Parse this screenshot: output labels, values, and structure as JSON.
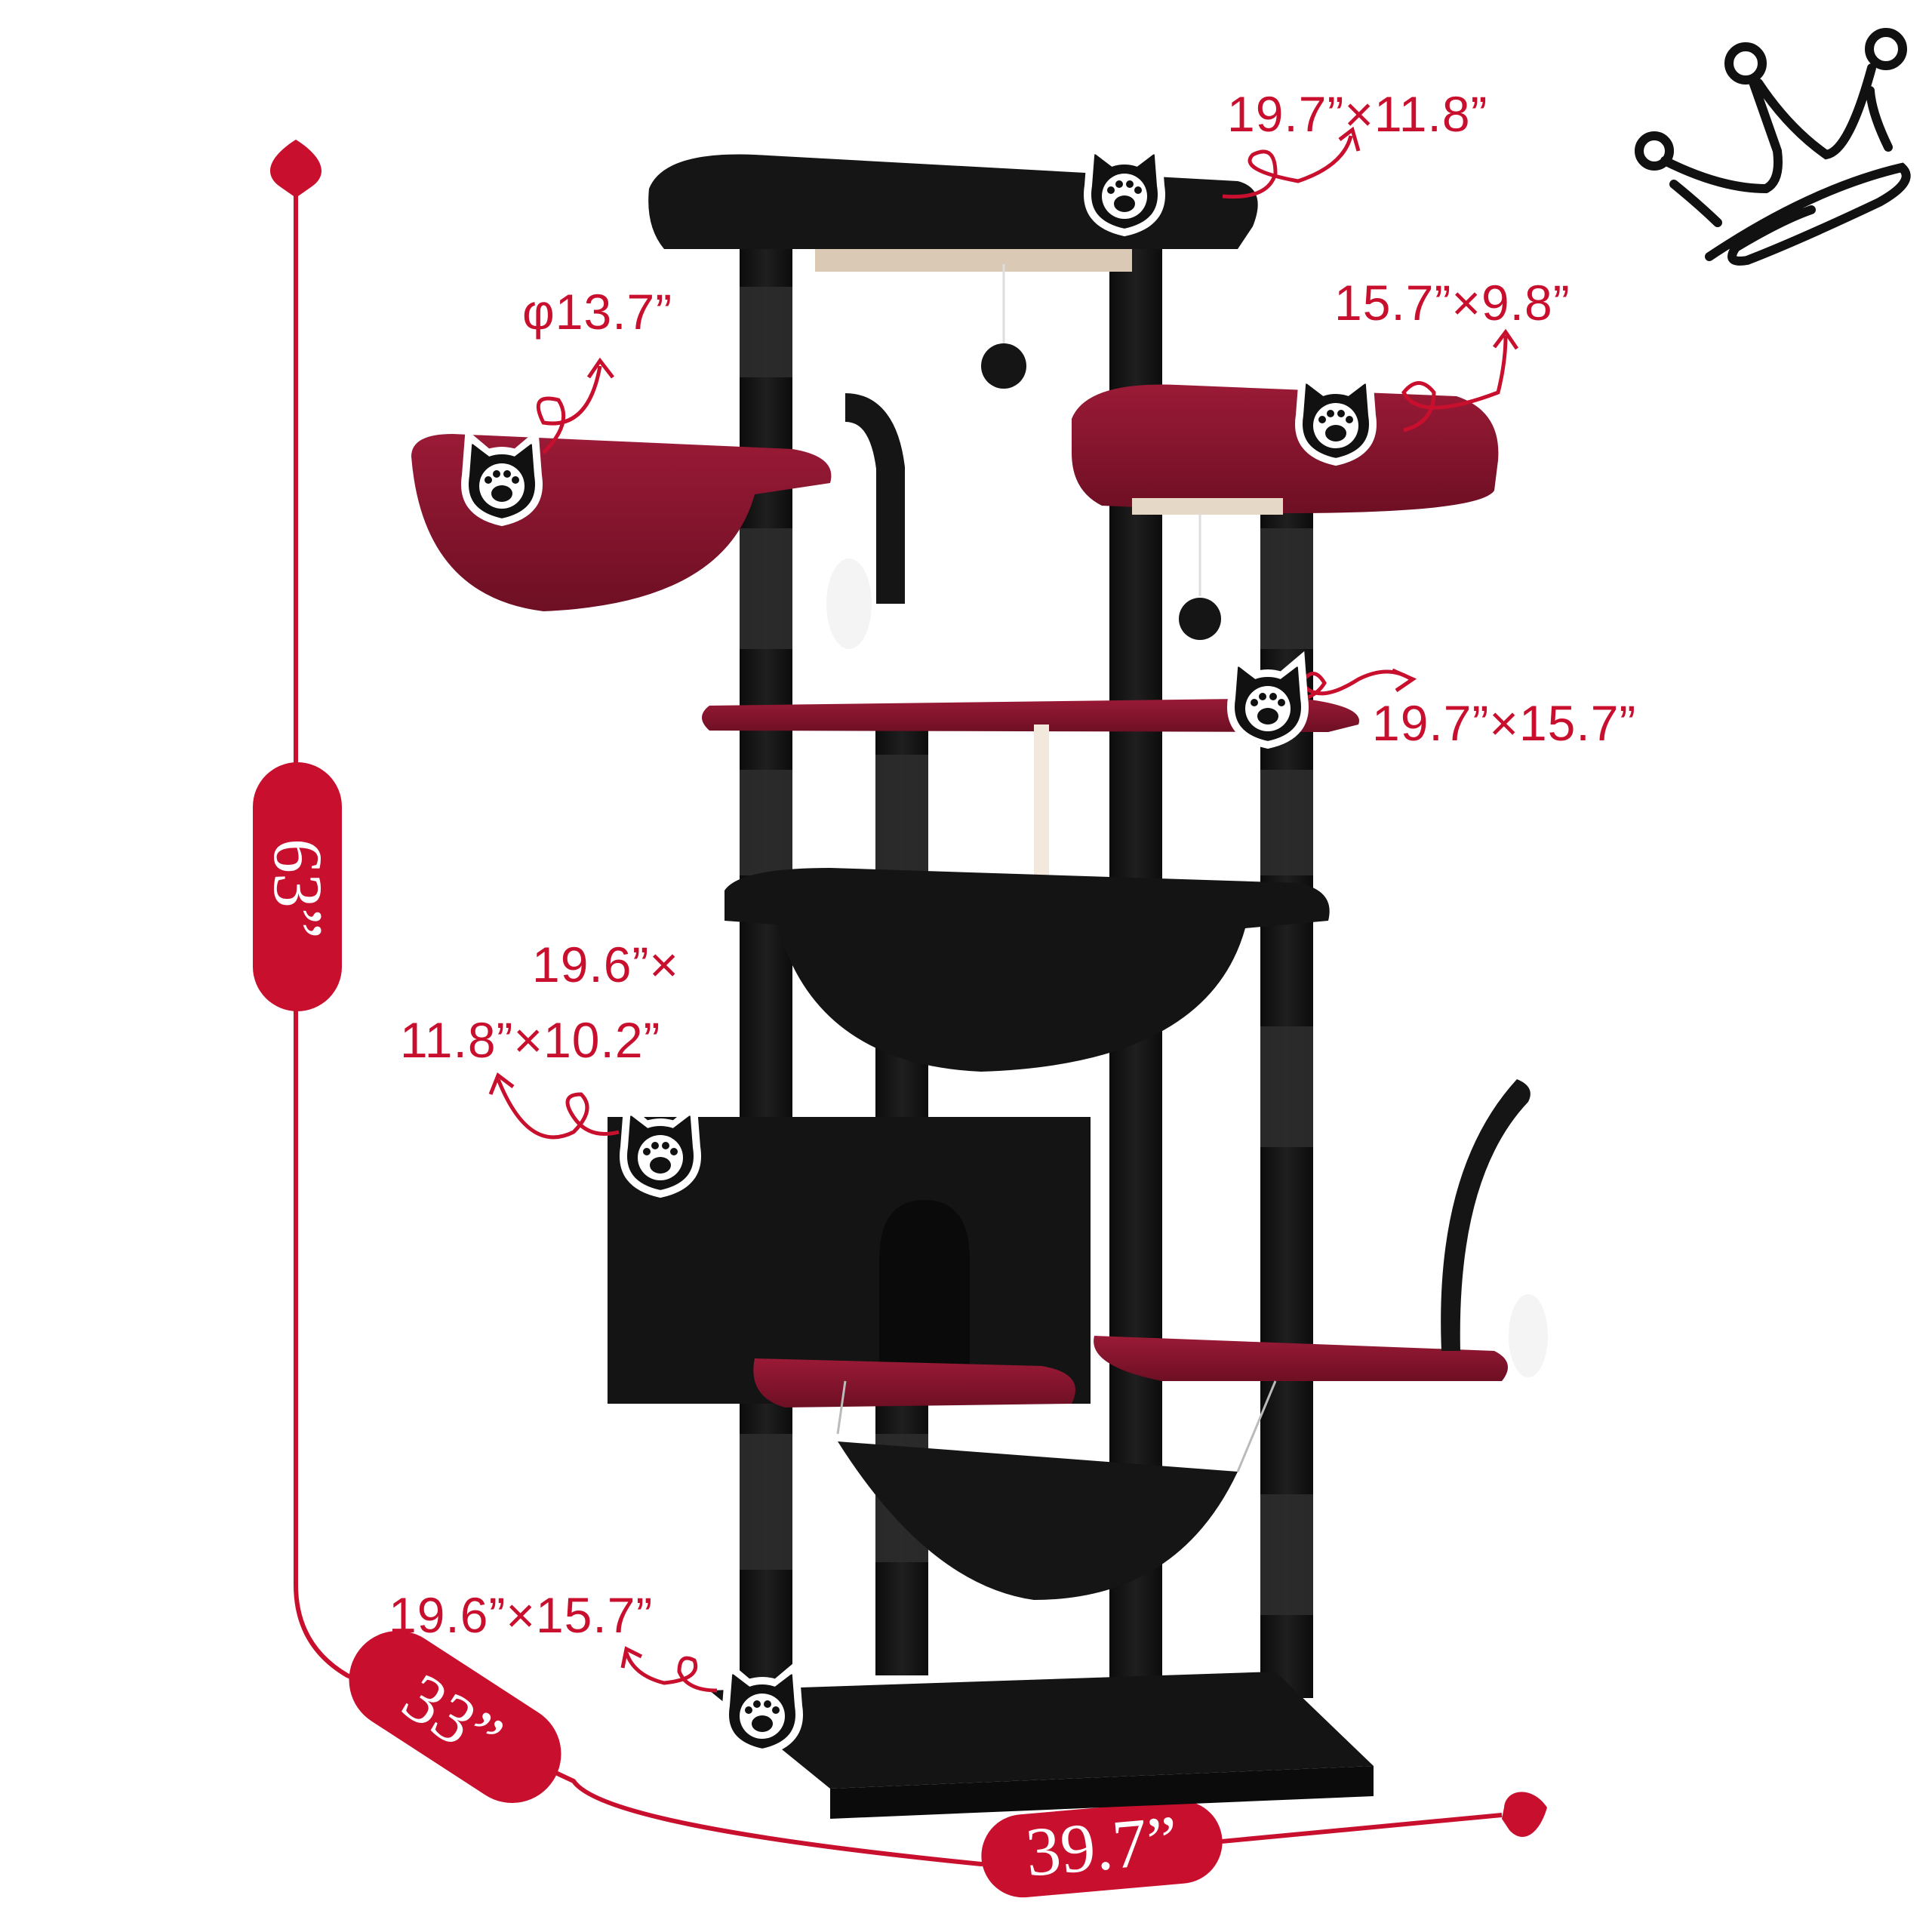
{
  "colors": {
    "accent_red": "#c8102e",
    "plush_black": "#141414",
    "plush_wine": "#8c1530",
    "sisal": "#2a2a2a",
    "background": "#ffffff"
  },
  "overall_dimensions": {
    "height": "63”",
    "depth": "33”",
    "width": "39.7”"
  },
  "component_dimensions": {
    "top_perch": "19.7”×11.8”",
    "basket": "φ13.7”",
    "upper_right_perch": "15.7”×9.8”",
    "middle_platform": "19.7”×15.7”",
    "condo_line1": "19.6”×",
    "condo_line2": "11.8”×10.2”",
    "base": "19.6”×15.7”"
  },
  "icons": {
    "brand_logo": "crown-icon",
    "feature_marker": "cat-paw-badge-icon",
    "arrow_end": "heart-arrow-icon"
  }
}
